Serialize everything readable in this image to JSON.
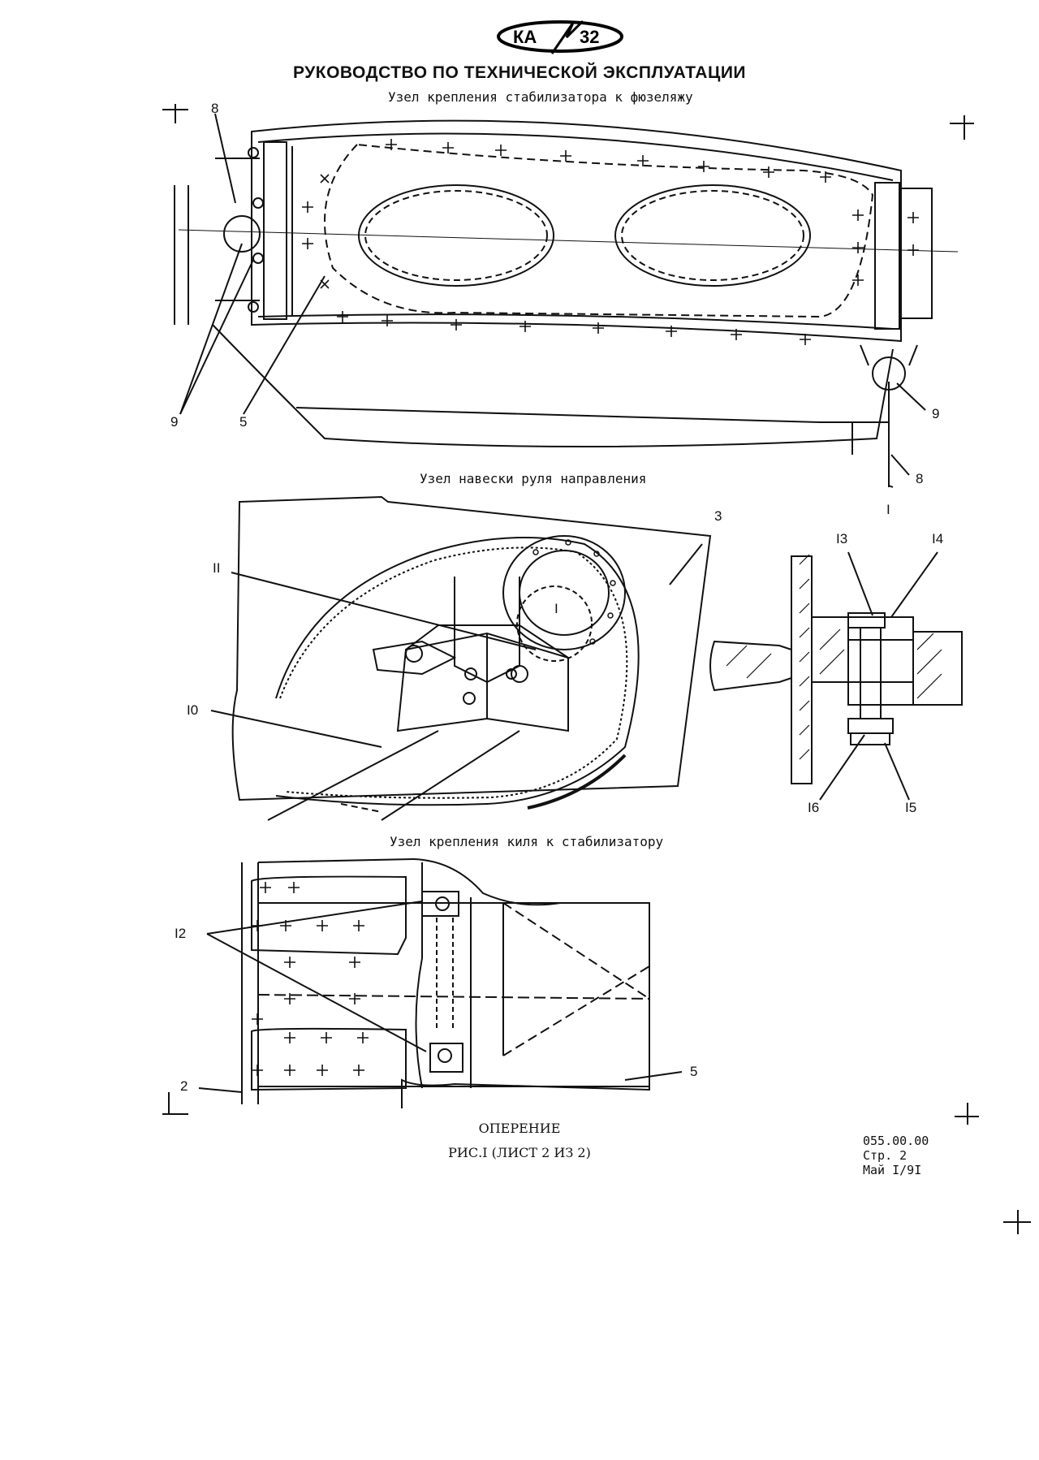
{
  "header": {
    "logo_left": "КА",
    "logo_right": "32",
    "title": "РУКОВОДСТВО ПО ТЕХНИЧЕСКОЙ ЭКСПЛУАТАЦИИ"
  },
  "views": {
    "view1_caption": "Узел крепления стабилизатора к фюзеляжу",
    "view2_caption": "Узел навески руля направления",
    "view3_caption": "Узел крепления киля к стабилизатору"
  },
  "callouts": {
    "c8_top": "8",
    "c9_left": "9",
    "c5_top": "5",
    "c9_right": "9",
    "c8_right": "8",
    "cI_right": "I",
    "c3": "3",
    "c11": "II",
    "cI_detail": "I",
    "c10": "I0",
    "c13": "I3",
    "c14": "I4",
    "c16": "I6",
    "c15": "I5",
    "c12": "I2",
    "c5_bottom": "5",
    "c2": "2"
  },
  "footer": {
    "figure_title": "ОПЕРЕНИЕ",
    "figure_sub": "РИС.I (ЛИСТ 2 ИЗ 2)",
    "doc_number": "055.00.00",
    "page": "Стр. 2",
    "date": "Май I/9I"
  }
}
